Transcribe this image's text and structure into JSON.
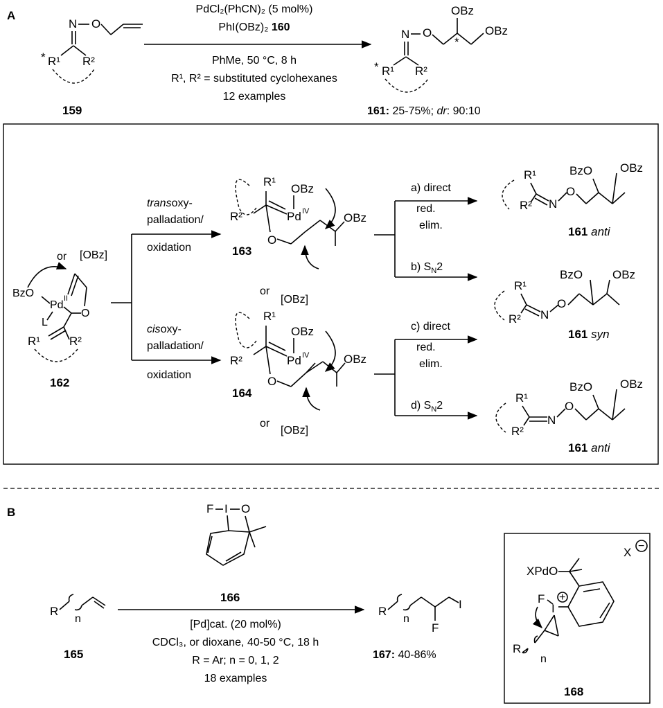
{
  "sectionA": {
    "label": "A",
    "reagent1": "PdCl₂(PhCN)₂ (5 mol%)",
    "reagent2_prefix": "PhI(OBz)₂ ",
    "reagent2_num": "160",
    "cond1": "PhMe, 50 °C, 8 h",
    "cond2": "R¹, R² = substituted cyclohexanes",
    "cond3": "12 examples",
    "sm_num": "159",
    "product_num": "161:",
    "product_yield": " 25-75%; ",
    "product_dr_label": "dr",
    "product_dr_value": ": 90:10",
    "atoms": {
      "N": "N",
      "O": "O",
      "OBz": "OBz",
      "R1": "R¹",
      "R2": "R²",
      "star": "*"
    }
  },
  "mechanism": {
    "c162": "162",
    "c163": "163",
    "c164": "164",
    "or": "or",
    "OBz_bracket": "[OBz]",
    "BzO": "BzO",
    "Pd_II": "Pd",
    "Pd_II_ox": "II",
    "Pd_IV": "Pd",
    "Pd_IV_ox": "IV",
    "L": "L",
    "trans_italic": "trans",
    "trans_rest": "oxy-",
    "cis_italic": "cis",
    "cis_rest": "oxy-",
    "palladation": "palladation/",
    "oxidation": "oxidation",
    "path_a": "a) direct",
    "path_c": "c) direct",
    "red": "red.",
    "elim": "elim.",
    "path_b": "b) S",
    "path_d": "d) S",
    "sn_sub": "N",
    "sn_two": "2",
    "prod_anti_num": "161",
    "anti": "anti",
    "prod_syn_num": "161",
    "syn": "syn"
  },
  "sectionB": {
    "label": "B",
    "reagent_num": "166",
    "cond1": "[Pd]cat. (20 mol%)",
    "cond2": "CDCl₃, or dioxane, 40-50 °C, 18 h",
    "cond3": "R = Ar; n = 0, 1, 2",
    "cond4": "18 examples",
    "sm_num": "165",
    "product_num": "167:",
    "product_yield": " 40-86%",
    "intermediate_num": "168",
    "atoms": {
      "F": "F",
      "I": "I",
      "O": "O",
      "R": "R",
      "n": "n",
      "XPdO": "XPdO",
      "X": "X",
      "plus": "+",
      "minus": "−"
    }
  }
}
